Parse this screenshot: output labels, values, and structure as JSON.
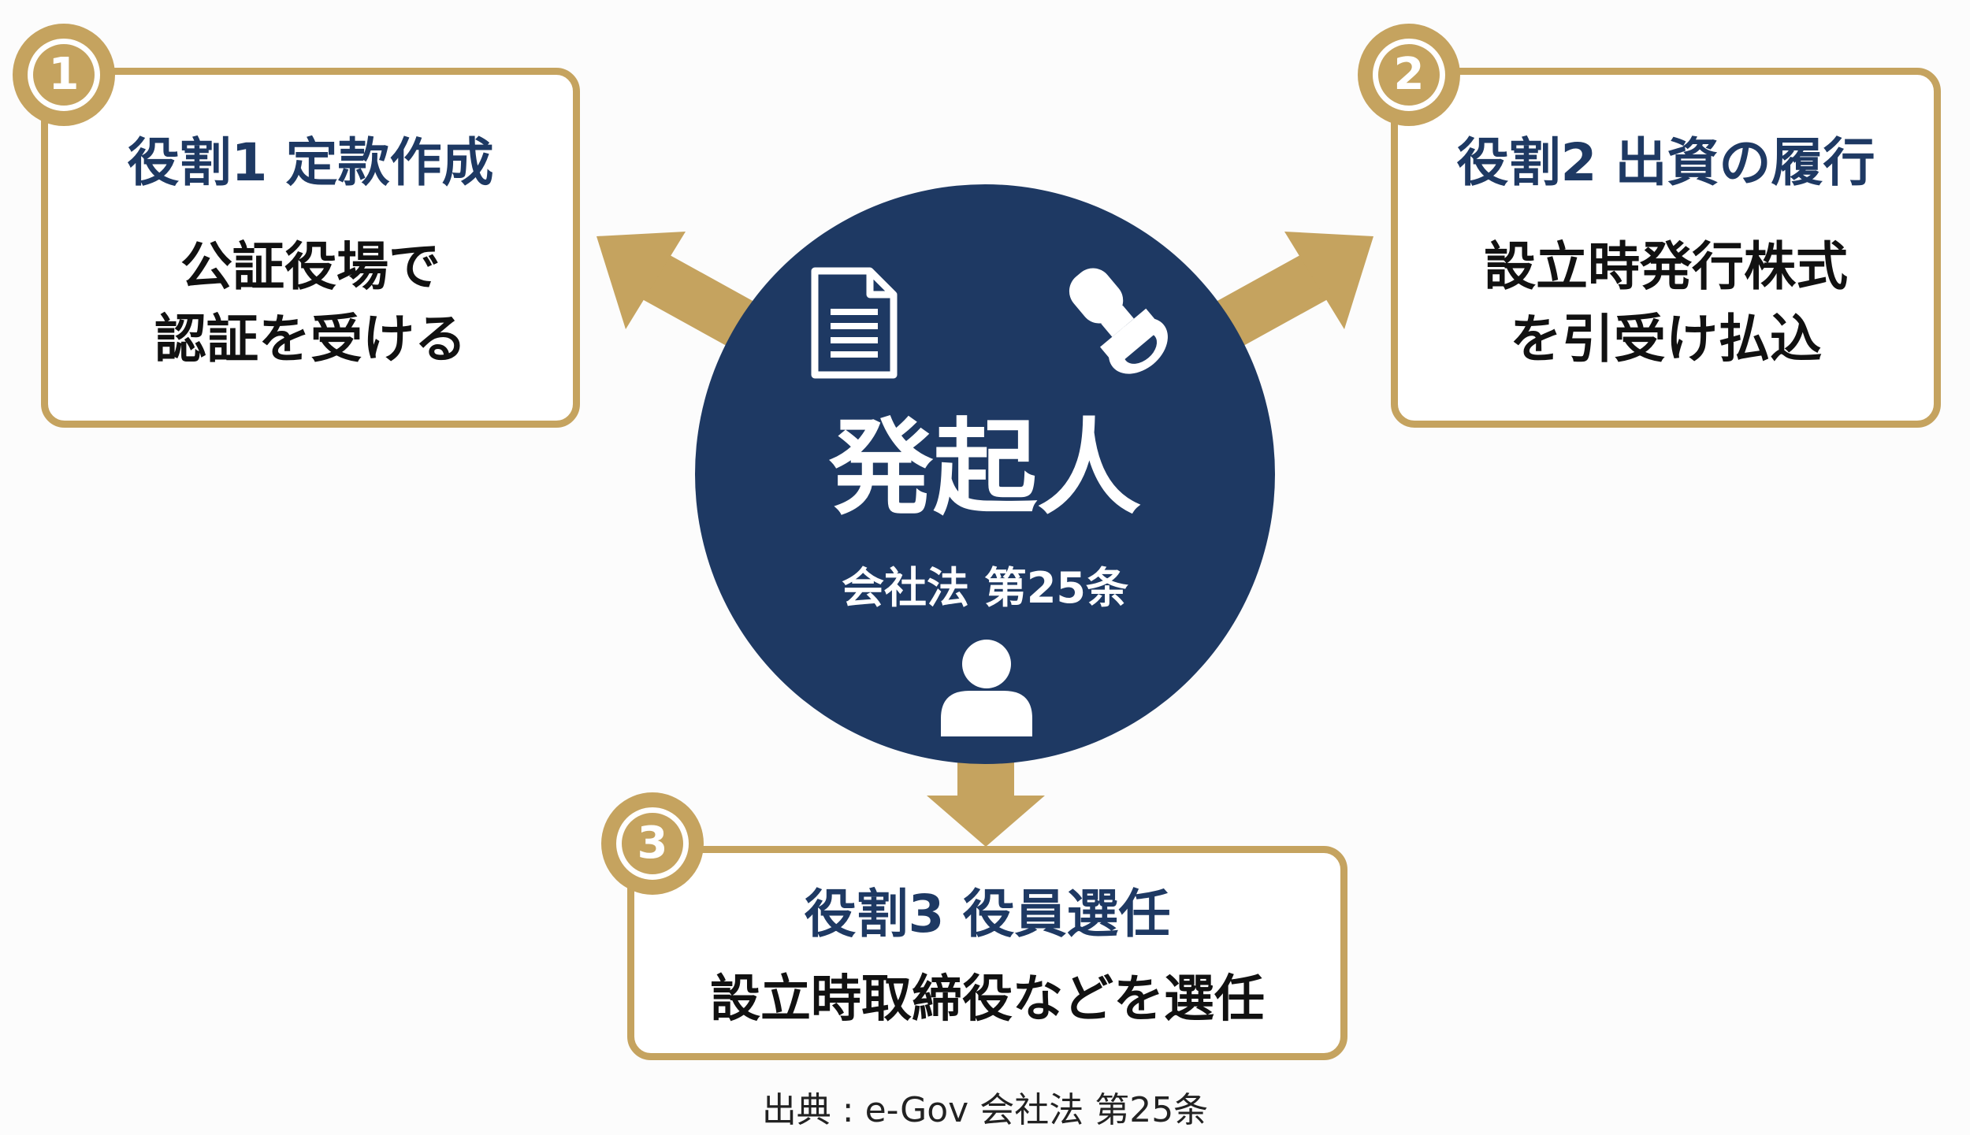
{
  "center": {
    "title": "発起人",
    "subtitle": "会社法 第25条",
    "icons": [
      "document-icon",
      "seal-stamp-icon",
      "person-icon"
    ]
  },
  "roles": [
    {
      "badge": "1",
      "title": "役割1 定款作成",
      "desc_lines": [
        "公証役場で",
        "認証を受ける"
      ]
    },
    {
      "badge": "2",
      "title": "役割2 出資の履行",
      "desc_lines": [
        "設立時発行株式",
        "を引受け払込"
      ]
    },
    {
      "badge": "3",
      "title": "役割3 役員選任",
      "desc_lines": [
        "設立時取締役などを選任"
      ]
    }
  ],
  "source": "出典 : e-Gov 会社法 第25条",
  "colors": {
    "navy": "#1e3963",
    "gold": "#c5a35f",
    "background": "#fcfcfc"
  }
}
